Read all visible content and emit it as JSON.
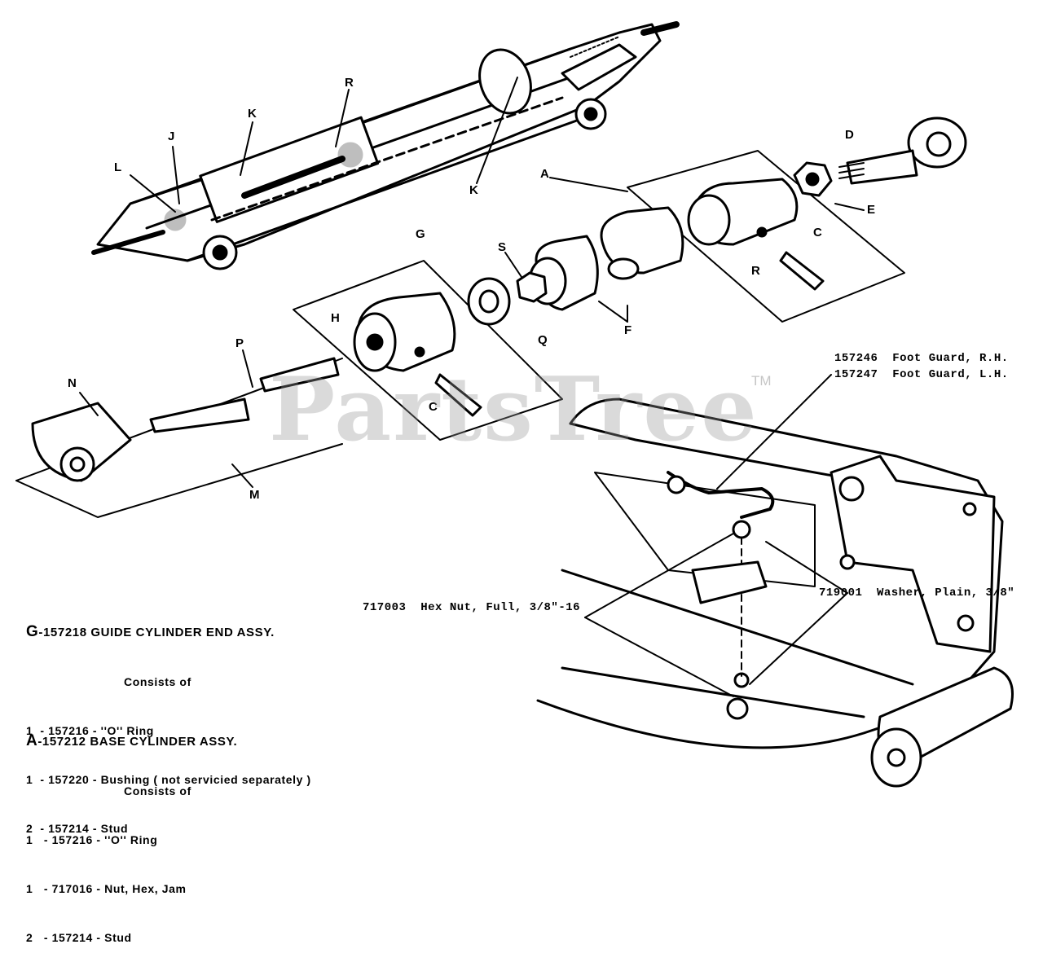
{
  "callouts": {
    "L": "L",
    "J": "J",
    "K1": "K",
    "R1": "R",
    "K2": "K",
    "A": "A",
    "D": "D",
    "E": "E",
    "C1": "C",
    "R2": "R",
    "G": "G",
    "S": "S",
    "H": "H",
    "Q": "Q",
    "F": "F",
    "P": "P",
    "C2": "C",
    "N": "N",
    "M": "M"
  },
  "part_labels": {
    "foot_guard_rh": "157246  Foot Guard, R.H.",
    "foot_guard_lh": "157247  Foot Guard, L.H.",
    "hex_nut": "717003  Hex Nut, Full, 3/8\"-16",
    "washer_num": "719001",
    "washer_desc": "Washer, Plain, 3/8\""
  },
  "assemblies": {
    "guide": {
      "letter": "G",
      "title": "-157218 GUIDE CYLINDER END ASSY.",
      "consists": "Consists of",
      "items": [
        "1  - 157216 - ''O'' Ring",
        "1  - 157220 - Bushing ( not servicied separately )",
        "2  - 157214 - Stud"
      ]
    },
    "base": {
      "letter": "A",
      "title": "-157212 BASE CYLINDER ASSY.",
      "consists": "Consists of",
      "items": [
        "1   - 157216 - ''O'' Ring",
        "1   - 717016 - Nut, Hex, Jam",
        "2   - 157214 - Stud"
      ]
    }
  },
  "watermark": {
    "text": "PartsTree",
    "tm": "TM"
  }
}
